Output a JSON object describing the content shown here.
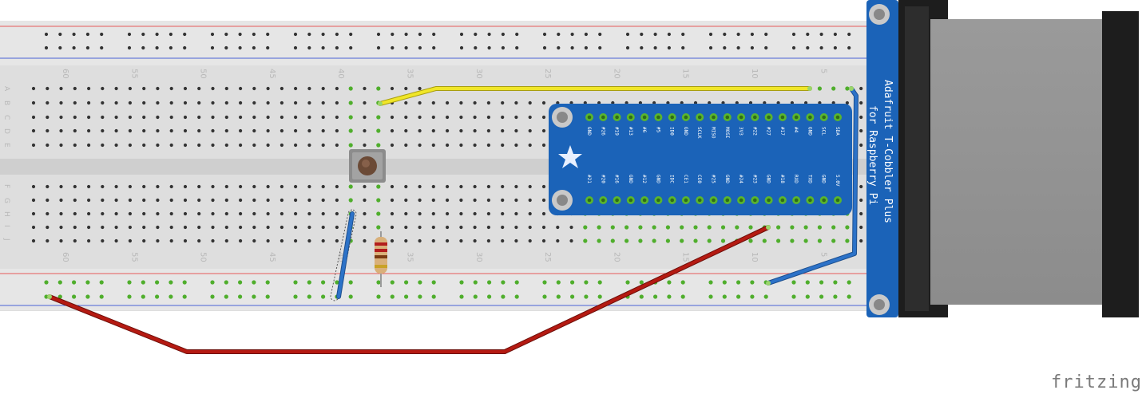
{
  "diagram": {
    "cobbler": {
      "title_line1": "Adafruit T-Cobbler Plus",
      "title_line2": "for Raspberry Pi",
      "pins_top": [
        "SDA",
        "SCL",
        "GND",
        "#4",
        "#17",
        "#27",
        "#22",
        "3V3",
        "MOSI",
        "MISO",
        "SCLK",
        "GND",
        "ID0",
        "#5",
        "#6",
        "#13",
        "#19",
        "#26",
        "GND"
      ],
      "pins_bottom": [
        "5.0V",
        "GND",
        "TXD",
        "RXD",
        "#18",
        "GND",
        "#23",
        "#24",
        "GND",
        "#25",
        "CE0",
        "CE1",
        "IDC",
        "GND",
        "#12",
        "GND",
        "#16",
        "#20",
        "#21"
      ]
    },
    "breadboard": {
      "column_numbers": [
        "60",
        "55",
        "50",
        "45",
        "40",
        "35",
        "30",
        "25",
        "20",
        "15",
        "10",
        "5"
      ],
      "row_letters_top": [
        "A",
        "B",
        "C",
        "D",
        "E"
      ],
      "row_letters_bottom": [
        "F",
        "G",
        "H",
        "I",
        "J"
      ]
    },
    "brand": "fritzing",
    "colors": {
      "cobbler": "#1b63b8",
      "wire_yellow": "#f0e628",
      "wire_red": "#b51a12",
      "wire_blue": "#2c72c8",
      "board": "#dedede",
      "rail_red": "#e55b5b",
      "rail_blue": "#4a63d6",
      "active_hole": "#4fae2c"
    }
  }
}
